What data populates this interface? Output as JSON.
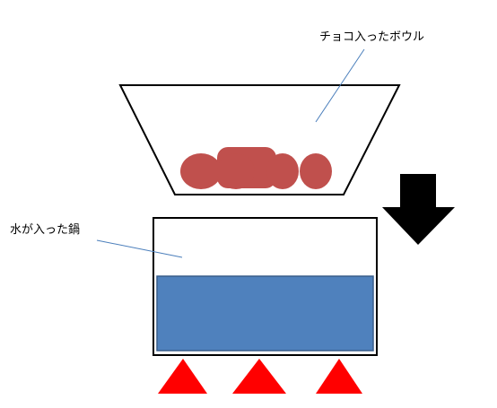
{
  "labels": {
    "bowl": "チョコ入ったボウル",
    "pot": "水が入った鍋"
  },
  "colors": {
    "chocolate": "#c0504d",
    "water": "#4f81bd",
    "water_border": "#385d8a",
    "leader_line": "#4a7ebb",
    "arrow": "#000000",
    "flame": "#ff0000",
    "outline": "#000000"
  },
  "icons": {
    "down_arrow": "down-arrow-icon",
    "flame": "flame-icon"
  },
  "flame_count": 3
}
